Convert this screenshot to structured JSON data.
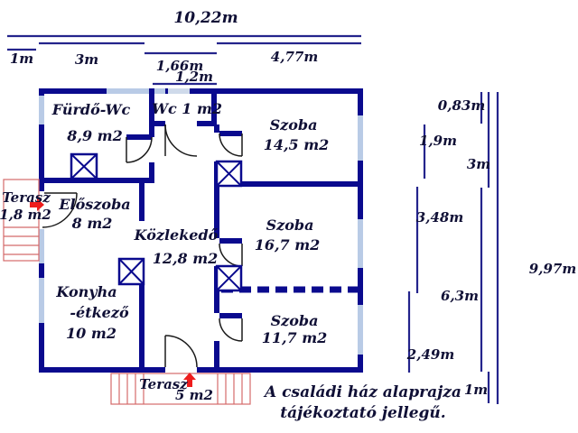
{
  "caption": {
    "line1": "A családi ház alaprajza",
    "line2": "tájékoztató jellegű."
  },
  "top_dims": {
    "total": "10,22m",
    "seg1": "1m",
    "seg2": "3m",
    "seg3": "1,66m",
    "seg4": "4,77m",
    "seg5": "1,2m"
  },
  "right_dims": {
    "seg1": "0,83m",
    "seg2": "1,9m",
    "seg3": "3m",
    "seg4": "3,48m",
    "seg5": "9,97m",
    "seg6": "6,3m",
    "seg7": "2,49m",
    "seg8": "1m"
  },
  "rooms": {
    "furdo": {
      "name": "Fürdő-Wc",
      "area": "8,9 m2"
    },
    "wc": {
      "label": "Wc 1 m2"
    },
    "szoba1": {
      "name": "Szoba",
      "area": "14,5 m2"
    },
    "terasz_left": {
      "name": "Terasz",
      "area": "1,8 m2"
    },
    "eloszoba": {
      "name": "Előszoba",
      "area": "8 m2"
    },
    "kozlekedo": {
      "name": "Közlekedő",
      "area": "12,8 m2"
    },
    "szoba2": {
      "name": "Szoba",
      "area": "16,7 m2"
    },
    "konyha": {
      "line1": "Konyha",
      "line2": "-étkező",
      "area": "10 m2"
    },
    "szoba3": {
      "name": "Szoba",
      "area": "11,7 m2"
    },
    "terasz_bottom": {
      "name": "Terasz",
      "area": "5 m2"
    }
  },
  "colors": {
    "wall": "#0a0a8e",
    "window": "#b9cbe6",
    "window_pale": "#cfdaea",
    "dim_line": "#24248c",
    "text": "#101036",
    "stairs": "#d46a6a",
    "arrow": "#ee1c1c"
  }
}
